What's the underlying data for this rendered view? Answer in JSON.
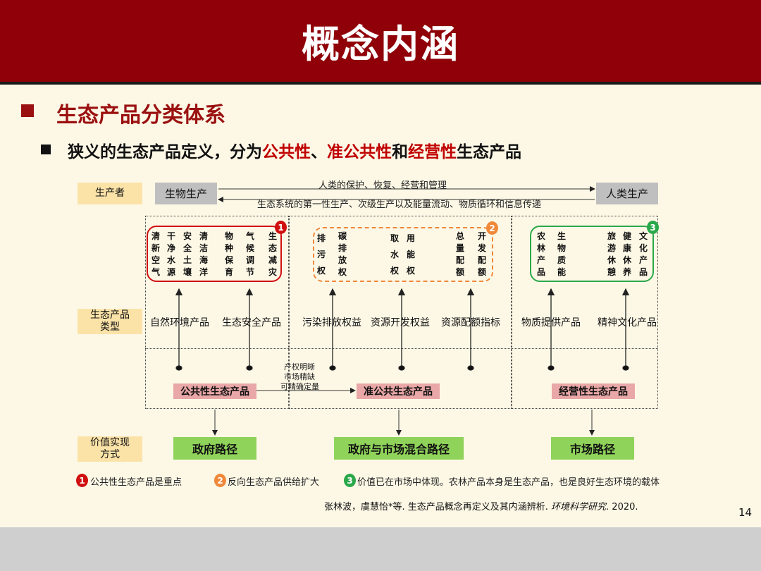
{
  "title": "概念内涵",
  "heading": "生态产品分类体系",
  "subheading": {
    "prefix": "狭义的生态产品定义，分为",
    "term1": "公共性",
    "sep1": "、",
    "term2": "准公共性",
    "mid": "和",
    "term3": "经营性",
    "suffix": "生态产品"
  },
  "diagram": {
    "producer_label": "生产者",
    "bio_production": "生物生产",
    "human_production": "人类生产",
    "top_arrow_text": "人类的保护、恢复、经营和管理",
    "bottom_arrow_text": "生态系统的第一性生产、次级生产以及能量流动、物质循环和信息传递",
    "type_label": "生态产品类型",
    "value_label": "价值实现方式",
    "group1": {
      "number": "1",
      "columns": [
        [
          "清",
          "新",
          "空",
          "气"
        ],
        [
          "干",
          "净",
          "水",
          "源"
        ],
        [
          "安",
          "全",
          "土",
          "壤"
        ],
        [
          "清",
          "洁",
          "海",
          "洋"
        ],
        [
          "物",
          "种",
          "保",
          "育"
        ],
        [
          "气",
          "候",
          "调",
          "节"
        ],
        [
          "生",
          "态",
          "减",
          "灾"
        ]
      ]
    },
    "group2": {
      "number": "2",
      "columns": [
        [
          "排",
          "污",
          "权"
        ],
        [
          "碳",
          "排",
          "放",
          "权"
        ],
        [
          "取",
          "水",
          "权"
        ],
        [
          "用",
          "能",
          "权"
        ],
        [
          "总",
          "量",
          "配",
          "额"
        ],
        [
          "开",
          "发",
          "配",
          "额"
        ]
      ]
    },
    "group3": {
      "number": "3",
      "columns": [
        [
          "农",
          "林",
          "产",
          "品"
        ],
        [
          "生",
          "物",
          "质",
          "能"
        ],
        [
          "旅",
          "游",
          "休",
          "憩"
        ],
        [
          "健",
          "康",
          "休",
          "养"
        ],
        [
          "文",
          "化",
          "产",
          "品"
        ]
      ]
    },
    "product_types": [
      "自然环境产品",
      "生态安全产品",
      "污染排放权益",
      "资源开发权益",
      "资源配额指标",
      "物质提供产品",
      "精神文化产品"
    ],
    "mid_note": [
      "产权明晰",
      "市场精缺",
      "可精确定量"
    ],
    "categories": [
      "公共性生态产品",
      "准公共生态产品",
      "经营性生态产品"
    ],
    "paths": [
      "政府路径",
      "政府与市场混合路径",
      "市场路径"
    ]
  },
  "notes": [
    {
      "number": "1",
      "text": "公共性生态产品是重点"
    },
    {
      "number": "2",
      "text": "反向生态产品供给扩大"
    },
    {
      "number": "3",
      "text": "价值已在市场中体现。农林产品本身是生态产品，也是良好生态环境的载体"
    }
  ],
  "citation": {
    "authors": "张林波，虞慧怡*等. 生态产品概念再定义及其内涵辨析. ",
    "journal": "环境科学研究",
    "year": ". 2020."
  },
  "page_number": "14",
  "colors": {
    "header": "#8f0008",
    "accent_red": "#c00000",
    "group1": "#d01010",
    "group2": "#f0883a",
    "group3": "#2aa84a",
    "label_bg": "#fbe3a8",
    "pink": "#e9a7a7",
    "green": "#8fd35a"
  }
}
